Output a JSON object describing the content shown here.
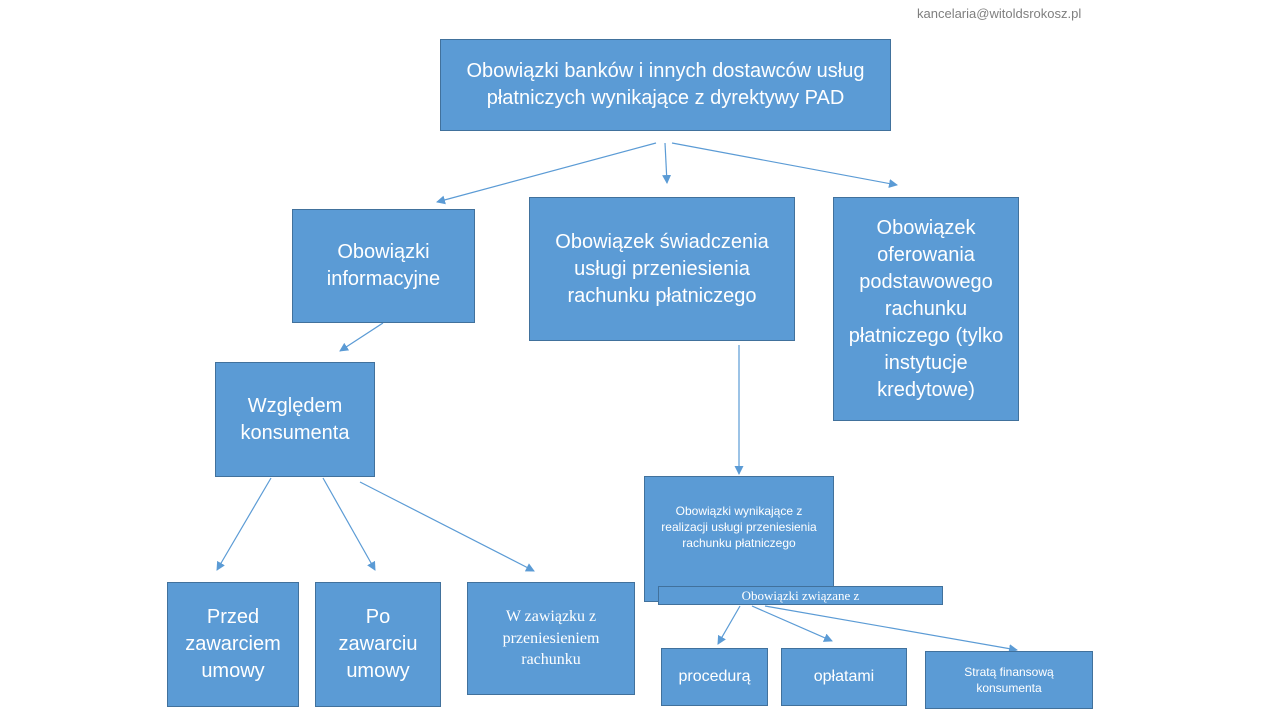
{
  "header": {
    "email": "kancelaria@witoldsrokosz.pl"
  },
  "nodes": {
    "root": "Obowiązki banków i innych dostawców usług płatniczych wynikające z dyrektywy PAD",
    "informacyjne": "Obowiązki informacyjne",
    "przeniesienie": "Obowiązek świadczenia usługi przeniesienia rachunku płatniczego",
    "podstawowy": "Obowiązek oferowania podstawowego rachunku płatniczego (tylko instytucje kredytowe)",
    "konsument": "Względem konsumenta",
    "przed": "Przed zawarciem umowy",
    "po": "Po zawarciu umowy",
    "zwiazek": "W zawiązku z przeniesieniem rachunku",
    "realizacja": "Obowiązki wynikające z realizacji usługi przeniesienia rachunku płatniczego",
    "zwiazane": "Obowiązki związane z",
    "procedura": "procedurą",
    "oplaty": "opłatami",
    "strata": "Stratą finansową konsumenta"
  },
  "colors": {
    "box_fill": "#5b9bd5",
    "box_border": "#41719c",
    "arrow": "#5b9bd5",
    "text": "#ffffff"
  }
}
